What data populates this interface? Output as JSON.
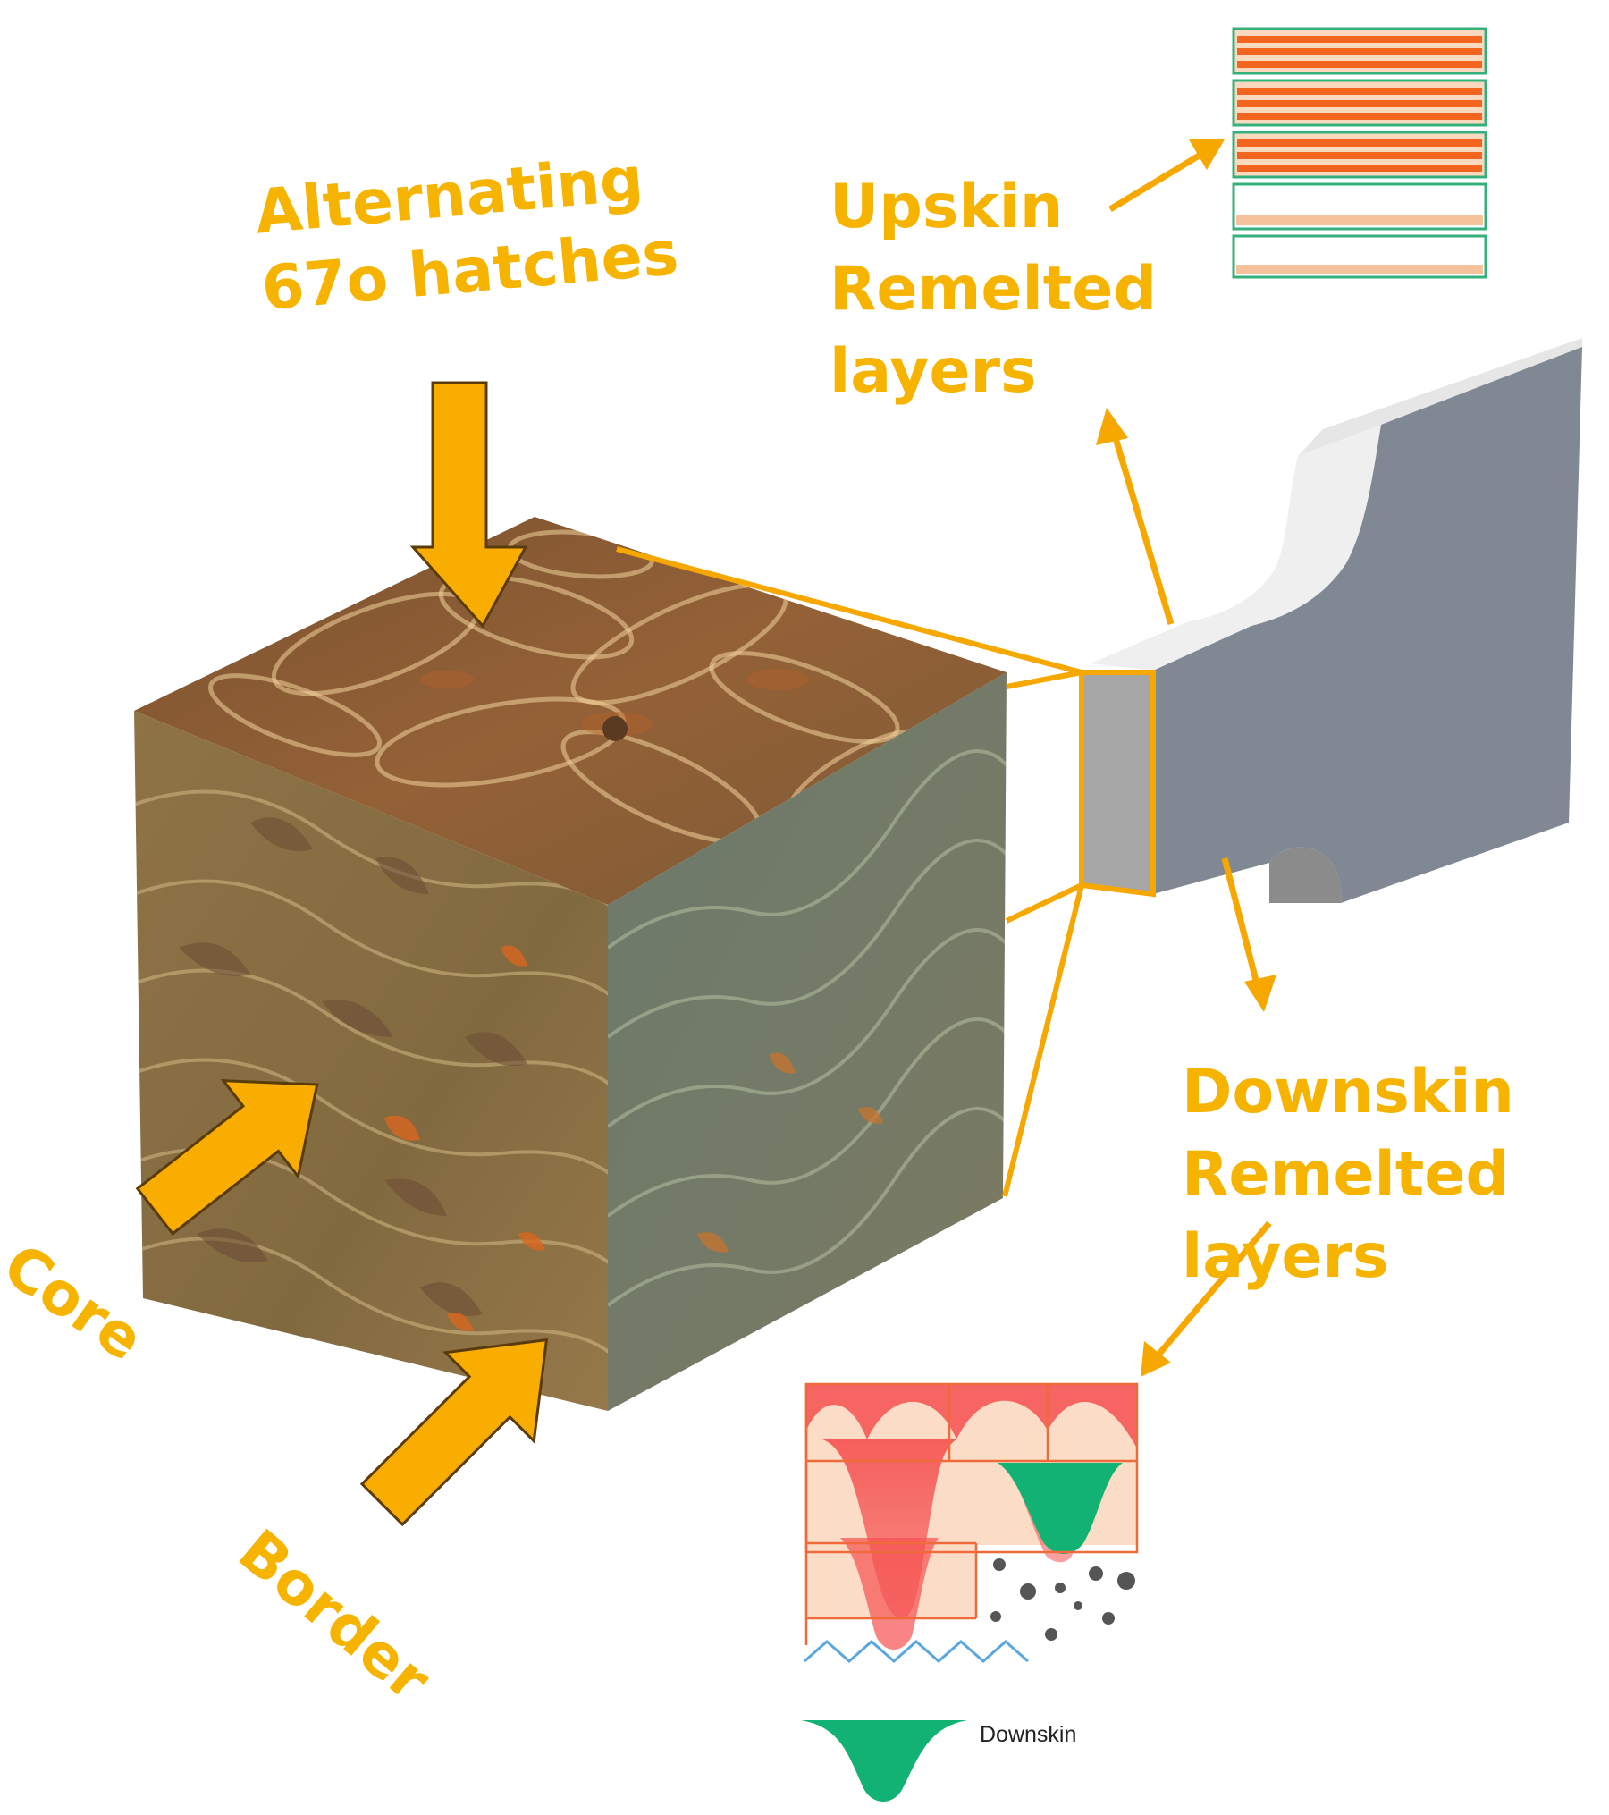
{
  "labels": {
    "hatches": [
      "Alternating",
      "67o hatches"
    ],
    "upskin": [
      "Upskin",
      "Remelted",
      "layers"
    ],
    "downskin": [
      "Downskin",
      "Remelted",
      "layers"
    ],
    "core": "Core",
    "border": "Border",
    "downskin_legend": "Downskin"
  },
  "colors": {
    "annotation": "#f6b400",
    "arrow_fill": "#f9ad00",
    "arrow_outline": "#5a3c0c",
    "cube_top": "#8a5a2e",
    "cube_left": "#8a6f42",
    "cube_right": "#6e7a68",
    "part_front": "#7f8893",
    "part_top": "#f3f3f3",
    "section": "#a7a6a6",
    "hatch_orange": "#f2651f",
    "hatch_pale": "#f6c29b",
    "hatch_border": "#34b07c",
    "melt_red": "#f55050",
    "melt_bg": "#fbdcc6",
    "downskin_green": "#12b274",
    "powder": "#555555",
    "baseline_blue": "#5aa7e0"
  },
  "icons": [
    "down-arrow-icon",
    "core-arrow-icon",
    "border-arrow-icon",
    "leader-arrow-icon"
  ]
}
